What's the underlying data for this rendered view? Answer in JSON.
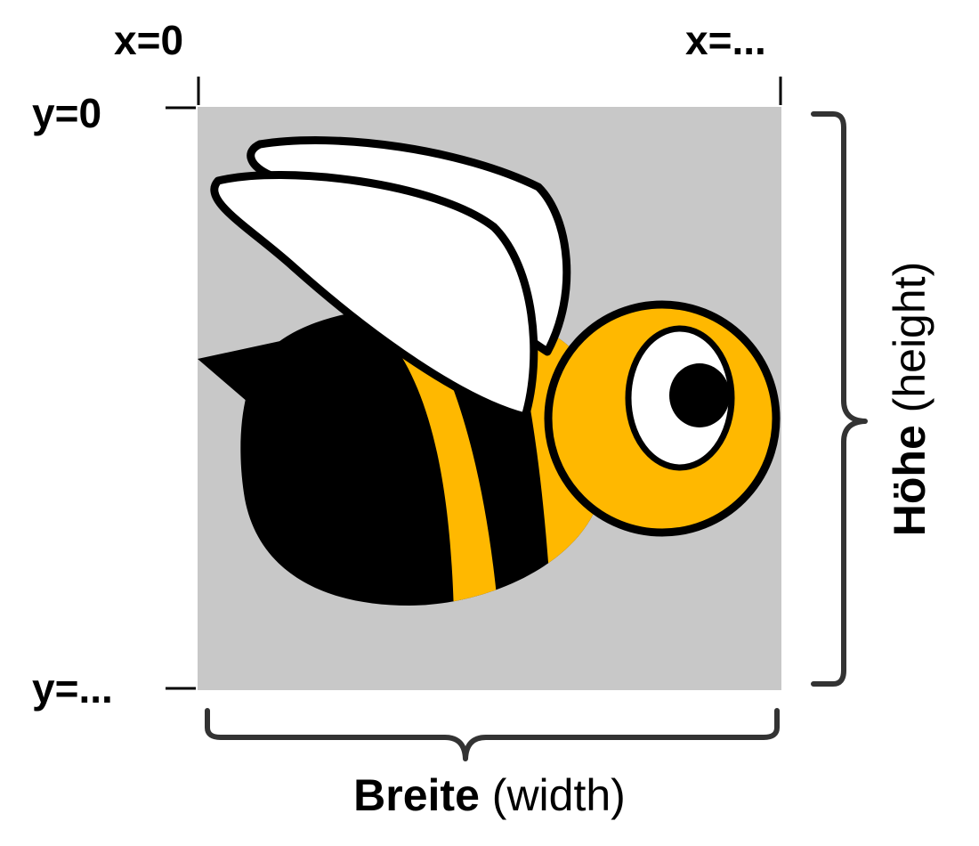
{
  "labels": {
    "x_start": "x=0",
    "x_end": "x=...",
    "y_start": "y=0",
    "y_end": "y=..."
  },
  "width_label": {
    "bold": "Breite",
    "normal": "(width)"
  },
  "height_label": {
    "bold": "Höhe",
    "normal": "(height)"
  },
  "image": {
    "subject": "bee",
    "icon": "bee-illustration",
    "colors": {
      "background": "#c8c8c8",
      "body_yellow": "#ffb800",
      "outline": "#000000",
      "wing": "#ffffff"
    }
  }
}
